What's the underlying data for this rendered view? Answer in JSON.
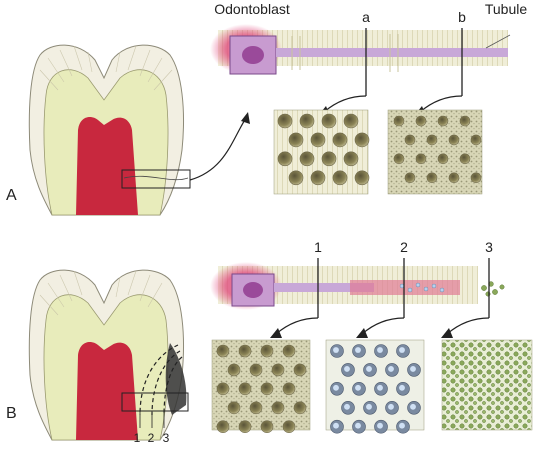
{
  "panels": {
    "a": {
      "letter": "A",
      "labels": {
        "odontoblast": "Odontoblast",
        "tubule": "Tubule",
        "site_a": "a",
        "site_b": "b"
      }
    },
    "b": {
      "letter": "B",
      "labels": {
        "site_1": "1",
        "site_2": "2",
        "site_3": "3"
      },
      "tooth_markers": [
        "1",
        "2",
        "3"
      ]
    }
  },
  "colors": {
    "pulp": "#c8283e",
    "dentin": "#eaedc0",
    "enamel": "#f4f1e4",
    "odontoblast_cell": "#c89bd0",
    "nucleus": "#9a4a9a",
    "bacteria": "#7a9a4a",
    "micrograph_bg": "#c9c9a4"
  }
}
